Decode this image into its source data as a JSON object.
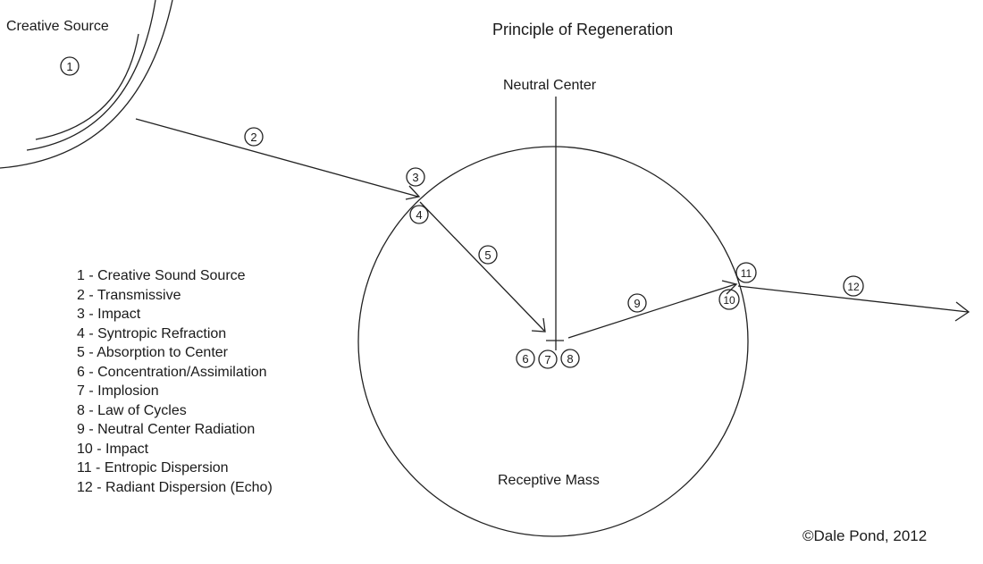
{
  "title": "Principle of Regeneration",
  "labels": {
    "creative_source": "Creative Source",
    "neutral_center": "Neutral Center",
    "receptive_mass": "Receptive Mass"
  },
  "markers": {
    "m1": "1",
    "m2": "2",
    "m3": "3",
    "m4": "4",
    "m5": "5",
    "m6": "6",
    "m7": "7",
    "m8": "8",
    "m9": "9",
    "m10": "10",
    "m11": "11",
    "m12": "12"
  },
  "legend": [
    "1 - Creative Sound Source",
    "2 - Transmissive",
    "3 - Impact",
    "4 - Syntropic Refraction",
    "5 - Absorption to Center",
    "6 - Concentration/Assimilation",
    "7 - Implosion",
    "8 - Law of Cycles",
    "9 - Neutral Center Radiation",
    "10 - Impact",
    "11 - Entropic Dispersion",
    "12 - Radiant Dispersion (Echo)"
  ],
  "credit": "©Dale Pond, 2012"
}
